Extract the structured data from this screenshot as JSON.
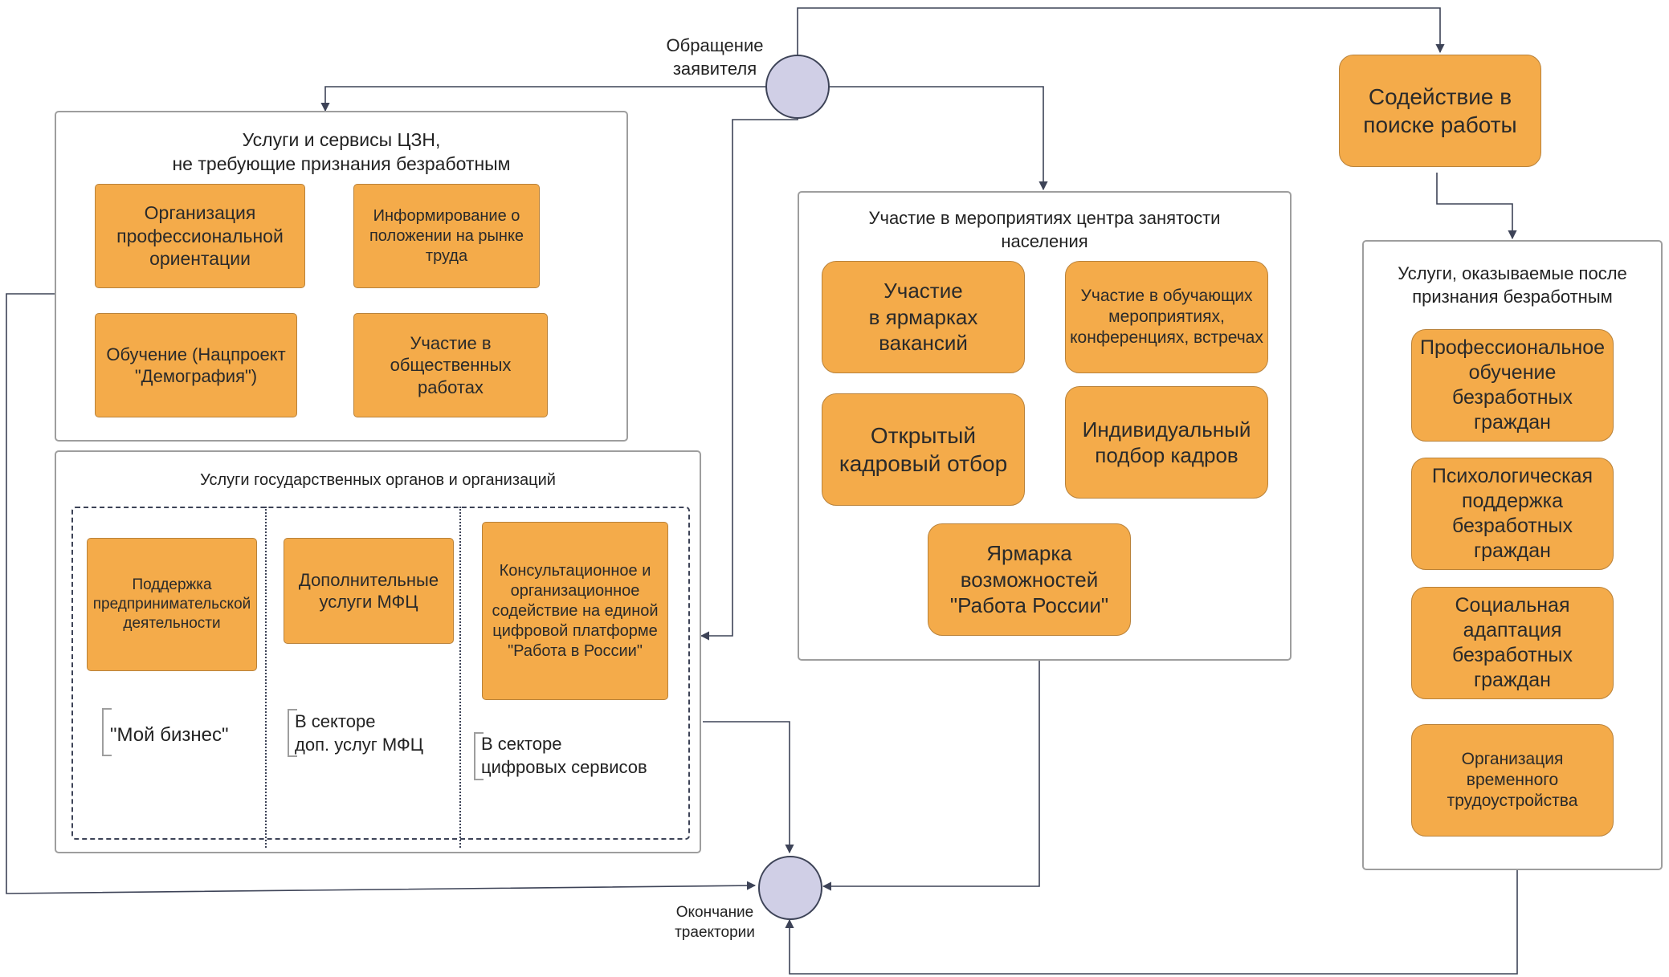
{
  "start": {
    "label": "Обращение\nзаявителя"
  },
  "end": {
    "label": "Окончание\nтраектории"
  },
  "panel_no_unemployed": {
    "title": "Услуги и сервисы ЦЗН,\nне требующие признания безработным",
    "items": [
      "Организация профессиональной ориентации",
      "Информирование о положении на рынке труда",
      "Обучение (Нацпроект \"Демография\")",
      "Участие в общественных работах"
    ]
  },
  "panel_gov": {
    "title": "Услуги государственных органов и организаций",
    "items": [
      "Поддержка предпринимательской деятельности",
      "Дополнительные услуги МФЦ",
      "Консультационное и организационное содействие на единой цифровой платформе \"Работа в России\""
    ],
    "notes": [
      "\"Мой бизнес\"",
      "В секторе\nдоп. услуг МФЦ",
      "В секторе\nцифровых сервисов"
    ]
  },
  "panel_events": {
    "title": "Участие в мероприятиях центра занятости\nнаселения",
    "items": [
      "Участие\nв ярмарках\nвакансий",
      "Участие в обучающих мероприятиях, конференциях, встречах",
      "Открытый\nкадровый отбор",
      "Индивидуальный\nподбор кадров",
      "Ярмарка\nвозможностей\n\"Работа России\""
    ]
  },
  "job_search": {
    "label": "Содействие в\nпоиске работы"
  },
  "panel_after": {
    "title": "Услуги, оказываемые после\nпризнания безработным",
    "items": [
      "Профессиональное обучение безработных граждан",
      "Психологическая поддержка безработных граждан",
      "Социальная адаптация безработных граждан",
      "Организация временного трудоустройства"
    ]
  },
  "colors": {
    "node_fill": "#f4ab4a",
    "node_border": "#b9823a",
    "circle_fill": "#d0cfe6",
    "line": "#3d4357",
    "panel_border": "#9e9e9e"
  }
}
